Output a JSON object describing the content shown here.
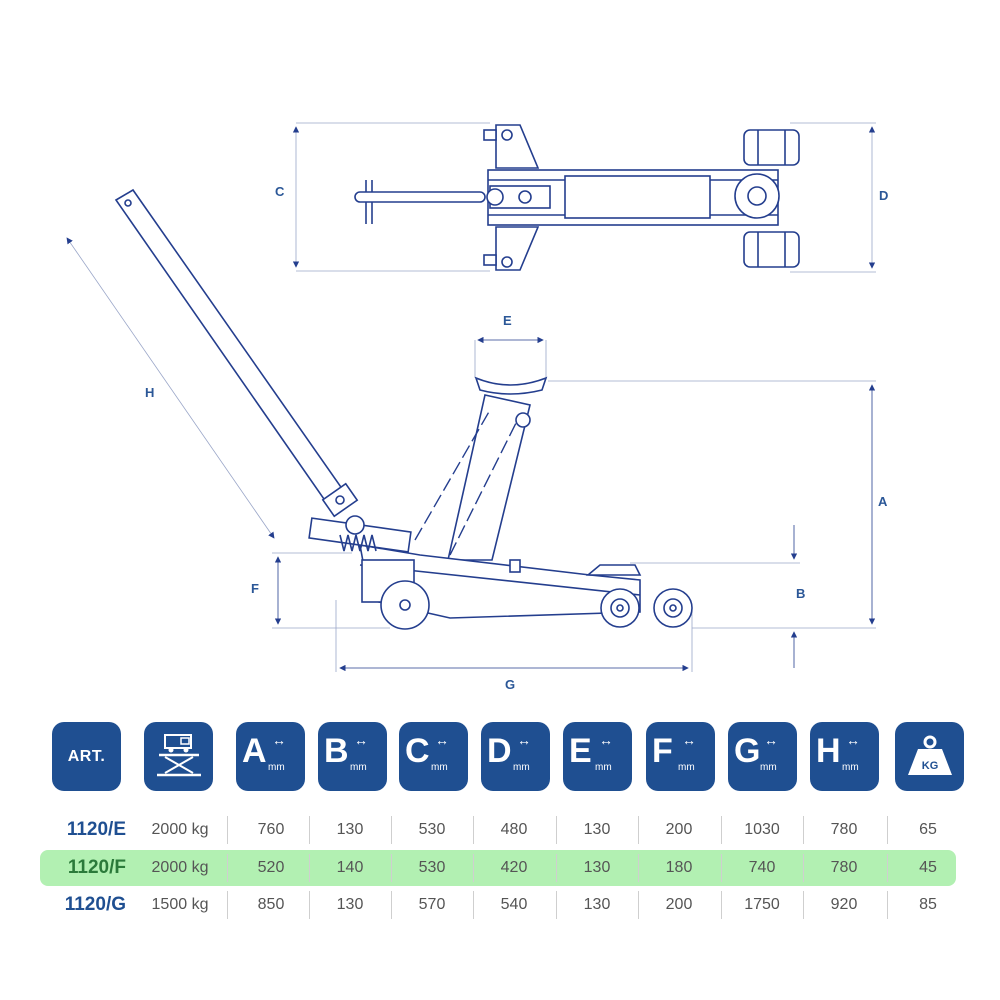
{
  "labels": {
    "c": "C",
    "d": "D",
    "e": "E",
    "h": "H",
    "a": "A",
    "b": "B",
    "f": "F",
    "g": "G"
  },
  "header": {
    "art": "ART.",
    "dims": [
      {
        "letter": "A",
        "unit": "mm"
      },
      {
        "letter": "B",
        "unit": "mm"
      },
      {
        "letter": "C",
        "unit": "mm"
      },
      {
        "letter": "D",
        "unit": "mm"
      },
      {
        "letter": "E",
        "unit": "mm"
      },
      {
        "letter": "F",
        "unit": "mm"
      },
      {
        "letter": "G",
        "unit": "mm"
      },
      {
        "letter": "H",
        "unit": "mm"
      }
    ],
    "weight": "KG",
    "arrow": "↔",
    "icons": {
      "capacity": "lift-platform-icon",
      "weight": "weight-kg-icon"
    }
  },
  "rows": [
    {
      "art": "1120/E",
      "capacity": "2000 kg",
      "a": "760",
      "b": "130",
      "c": "530",
      "d": "480",
      "e": "130",
      "f": "200",
      "g": "1030",
      "h": "780",
      "kg": "65",
      "highlight": false
    },
    {
      "art": "1120/F",
      "capacity": "2000 kg",
      "a": "520",
      "b": "140",
      "c": "530",
      "d": "420",
      "e": "130",
      "f": "180",
      "g": "740",
      "h": "780",
      "kg": "45",
      "highlight": true
    },
    {
      "art": "1120/G",
      "capacity": "1500 kg",
      "a": "850",
      "b": "130",
      "c": "570",
      "d": "540",
      "e": "130",
      "f": "200",
      "g": "1750",
      "h": "920",
      "kg": "85",
      "highlight": false
    }
  ],
  "colors": {
    "header_bg": "#1f4f91",
    "highlight": "#b2f0b2",
    "line": "#243e8e",
    "label": "#2b5797"
  }
}
